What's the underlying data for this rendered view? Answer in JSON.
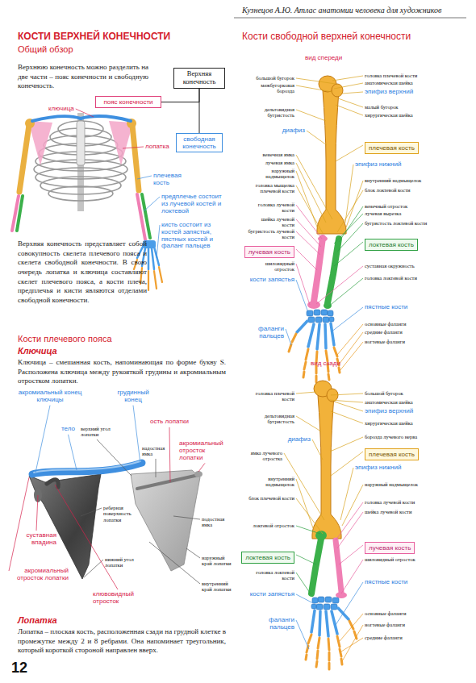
{
  "diagram": {
    "title": "КОСТИ ВЕРХНЕЙ КОНЕЧНОСТИ",
    "nodes": [
      {
        "text": [
          "Верхняя конечность"
        ]
      },
      {
        "text": [
          "пояс конечности"
        ]
      },
      {
        "text": [
          "свободная конечность"
        ]
      },
      {
        "text": [
          "плечевая кость"
        ]
      },
      {
        "text": [
          "локтевая кость"
        ]
      },
      {
        "text": [
          "лучевая кость"
        ]
      },
      {
        "text": [
          "плечевая кость"
        ]
      },
      {
        "text": [
          "лучевая кость"
        ]
      },
      {
        "text": [
          "локтевая кость"
        ]
      }
    ],
    "edges": [
      {
        "from": 0,
        "to": 1,
        "arrow": "none"
      },
      {
        "from": 0,
        "to": 2,
        "arrow": "none"
      }
    ],
    "labels": [
      "Кузнецов А.Ю. Атлас анатомии человека для художников",
      "Общий обзор",
      "Верхнюю конечность можно разделить на две части – пояс конечности и свободную конечность.",
      "ключица",
      "лопатка",
      "плечевая кость",
      "предплечье состоит из лучевой костей и локтевой",
      "кисть состоит из костей запястья, пястных костей и фаланг пальцев",
      "Верхняя конечность представляет собой совокупность скелета плечевого пояса и скелета свободной конечности. В свою очередь лопатка и ключица составляют скелет плечевого пояса, а кости плеча, предплечья и кисти являются отделами свободной конечности.",
      "Кости плечевого пояса",
      "Ключица",
      "Ключица – смешанная кость, напоминающая по форме букву S. Расположена ключица между рукояткой грудины и акромиальным отростком лопатки.",
      "акромиальный конец ключицы",
      "грудинный конец",
      "тело",
      "верхний угол лопатки",
      "ость лопатки",
      "надостная ямка",
      "акромиальный отросток лопатки",
      "реберная поверхность лопатки",
      "суставная впадина",
      "нижний угол лопатки",
      "акромиальный отросток лопатки",
      "клювовидный отросток",
      "подостная ямка",
      "наружный край лопатки",
      "внутренний край лопатки",
      "Лопатка",
      "Лопатка – плоская кость, расположенная сзади на грудной клетке в промежутке между 2 и 8 ребрами. Она напоминает треугольник, который короткой стороной направлен вверх.",
      "12",
      "Кости свободной верхней конечности",
      "вид спереди",
      "большой бугорок",
      "межбугорковая борозда",
      "дельтовидная бугристость",
      "диафиз",
      "венечная ямка",
      "лучевая ямка",
      "наружный надмыщелок",
      "головка мыщелка плечевой кости",
      "головка лучевой кости",
      "шейка лучевой кости",
      "бугристость лучевой кости",
      "шиловидный отросток",
      "кости запястья",
      "фаланги пальцев",
      "головка плечевой кости",
      "анатомическая шейка",
      "эпифиз верхний",
      "малый бугорок",
      "хирургическая шейка",
      "эпифиз нижний",
      "внутренний надмыщелок",
      "блок локтевой кости",
      "венечный отросток",
      "лучевая вырезка",
      "бугристость локтевой кости",
      "суставная окружность",
      "головка локтевой кости",
      "пястные кости",
      "основные фаланги",
      "средние фаланги",
      "ногтевые фаланги",
      "вид сзади",
      "головка плечевой кости",
      "дельтовидная бугристость",
      "диафиз",
      "ямка лучевого отростка",
      "внутренний надмыщелок",
      "блок плечевой кости",
      "локтевой отросток",
      "головка локтевой кости",
      "кости запястья",
      "фаланги пальцев",
      "большой бугорок",
      "анатомическая шейка",
      "эпифиз верхний",
      "хирургическая шейка",
      "борозда лучевого нерва",
      "эпифиз нижний",
      "наружный надмыщелок",
      "головка лучевой кости",
      "шейка лучевой кости",
      "шиловидный отросток",
      "пястные кости",
      "основные фаланги",
      "ногтевые фаланги",
      "средние фаланги"
    ]
  }
}
